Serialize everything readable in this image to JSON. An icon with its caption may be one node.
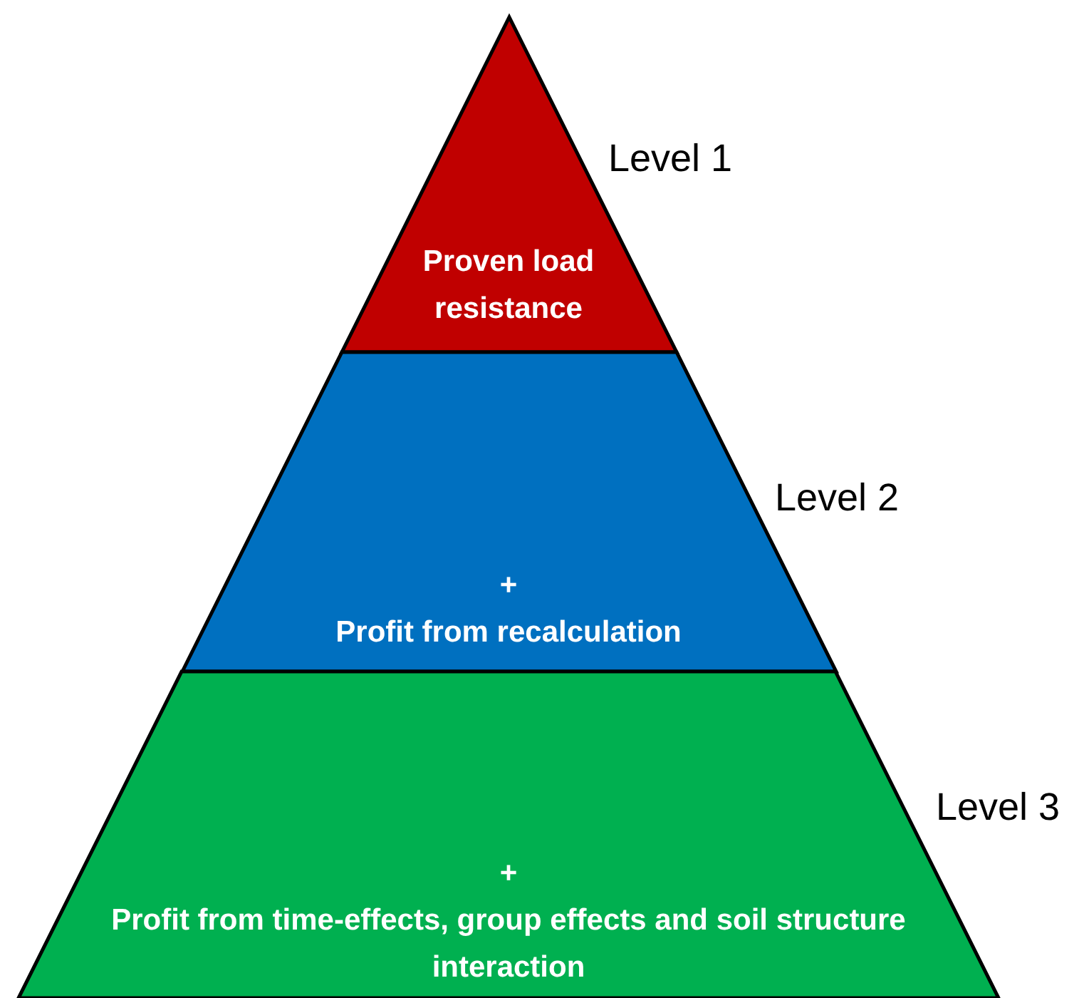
{
  "diagram": {
    "nodes": [
      {
        "text": [
          "Proven load resistance"
        ],
        "beside": [
          "Level 1"
        ]
      },
      {
        "text": [
          "+",
          "Profit from recalculation"
        ],
        "beside": [
          "Level 2"
        ]
      },
      {
        "text": [
          "+",
          "Profit from time-effects, group effects and soil structure interaction"
        ],
        "beside": [
          "Level 3"
        ]
      }
    ],
    "edges": []
  }
}
